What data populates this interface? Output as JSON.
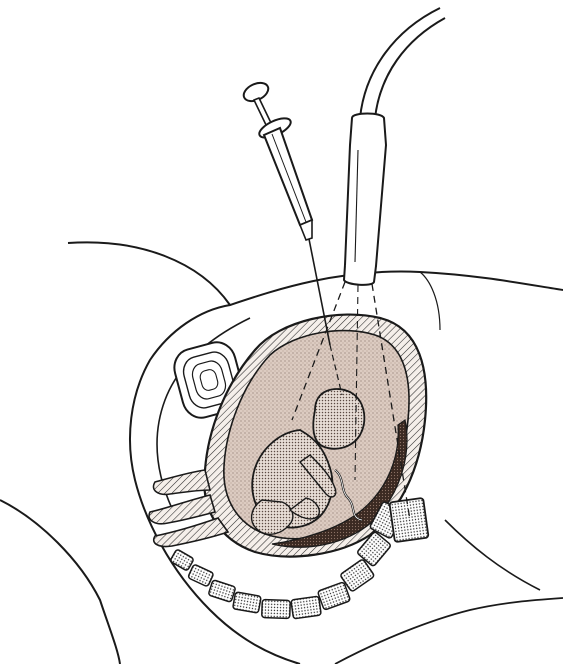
{
  "figure": {
    "background": "#ffffff",
    "ink": "#1a1a1a",
    "fill_shade": "#d9c9bf",
    "dark_shade": "#3b2a22",
    "parts": [
      "abdomen-outline",
      "uterus",
      "placenta",
      "amniotic-sac",
      "fetus",
      "syringe",
      "ultrasound-transducer",
      "ultrasound-cable",
      "ultrasound-beam",
      "bladder",
      "spine-vertebrae"
    ]
  }
}
